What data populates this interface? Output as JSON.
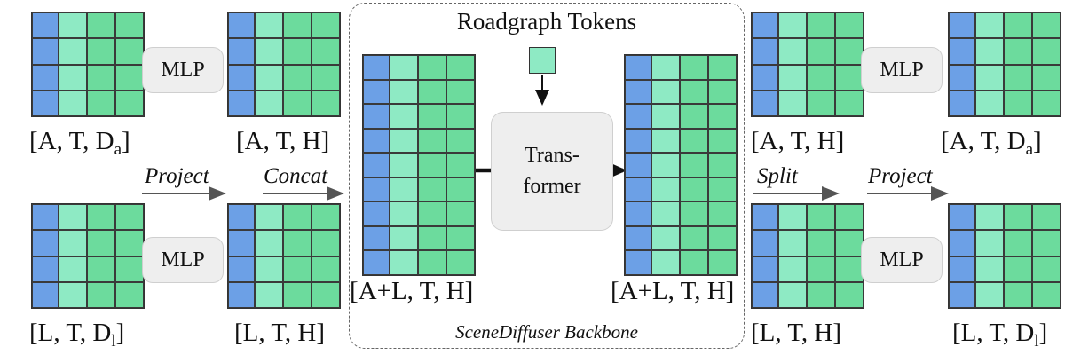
{
  "backbone": {
    "title": "Roadgraph Tokens",
    "footer": "SceneDiffuser Backbone",
    "token_color": "#8eeac4"
  },
  "transformer": {
    "line1": "Trans-",
    "line2": "former"
  },
  "mlp_label": "MLP",
  "arrows": {
    "project": "Project",
    "concat": "Concat",
    "split": "Split"
  },
  "shapes": {
    "agent_in": {
      "open": "[A, T, D",
      "sub": "a",
      "close": "]"
    },
    "agent_hidden": "[A, T, H]",
    "road_in": {
      "open": "[L, T, D",
      "sub": "l",
      "close": "]"
    },
    "road_hidden": "[L, T, H]",
    "joint_in": "[A+L, T, H]",
    "joint_out": "[A+L, T, H]",
    "agent_split": "[A, T, H]",
    "road_split": "[L, T, H]",
    "agent_out": {
      "open": "[A, T, D",
      "sub": "a",
      "close": "]"
    },
    "road_out": {
      "open": "[L, T, D",
      "sub": "l",
      "close": "]"
    }
  },
  "colors": {
    "column_blue": "#6ca0e6",
    "column_light_green": "#8eeac4",
    "column_green": "#6cdb9d",
    "box_fill": "#eeeeee"
  }
}
